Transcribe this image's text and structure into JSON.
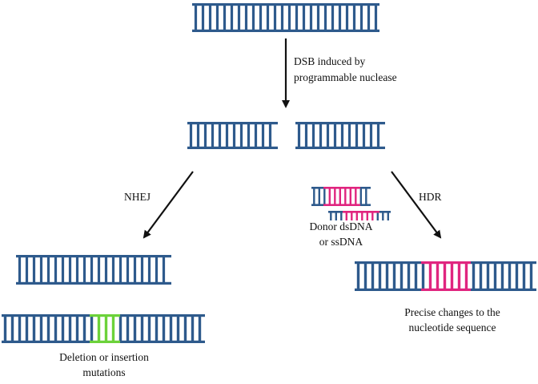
{
  "labels": {
    "dsb_line1": "DSB induced by",
    "dsb_line2": "programmable nuclease",
    "nhej": "NHEJ",
    "hdr": "HDR",
    "donor_line1": "Donor dsDNA",
    "donor_line2": "or ssDNA",
    "deletion_line1": "Deletion or insertion",
    "deletion_line2": "mutations",
    "precise_line1": "Precise changes to the",
    "precise_line2": "nucleotide sequence"
  },
  "colors": {
    "dna": "#2e5a8c",
    "donor_insert": "#e0257f",
    "indel": "#6cd23a",
    "arrow": "#111111"
  }
}
